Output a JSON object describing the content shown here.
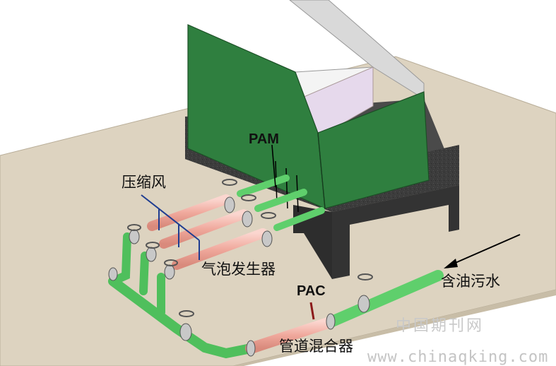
{
  "labels": {
    "pam": "PAM",
    "compressed_air": "压缩风",
    "bubble_generator": "气泡发生器",
    "pac": "PAC",
    "oily_wastewater": "含油污水",
    "pipe_mixer": "管道混合器"
  },
  "watermark": {
    "cn": "中国期刊网",
    "url": "www.chinaqking.com"
  },
  "colors": {
    "tank_green": "#2f7f3f",
    "pipe_green": "#6fd67a",
    "pipe_pink": "#f3b7ad",
    "base_dark": "#3a3a3a",
    "floor": "#ddd3c0"
  }
}
